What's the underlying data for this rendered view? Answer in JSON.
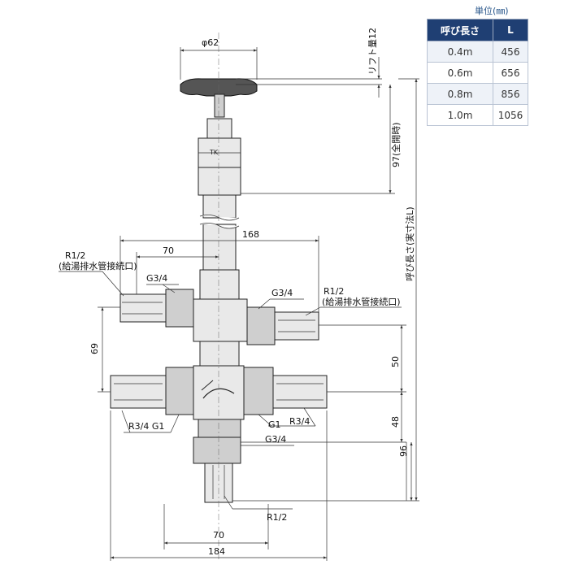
{
  "table": {
    "unit": "単位(㎜)",
    "headers": [
      "呼び長さ",
      "L"
    ],
    "rows": [
      [
        "0.4m",
        "456"
      ],
      [
        "0.6m",
        "656"
      ],
      [
        "0.8m",
        "856"
      ],
      [
        "1.0m",
        "1056"
      ]
    ]
  },
  "drawing": {
    "handle_diameter": "φ62",
    "lift": "リフト量12",
    "full_open": "97(全開時)",
    "nominal_length": "呼び長さ(実寸法L)",
    "dim_168": "168",
    "dim_70_top": "70",
    "dim_69": "69",
    "dim_50": "50",
    "dim_48": "48",
    "dim_96": "96",
    "dim_70_bottom": "70",
    "dim_184": "184",
    "left_conn_thread": "R1/2",
    "left_conn_desc": "(給湯排水管接続口)",
    "left_g34": "G3/4",
    "right_g34": "G3/4",
    "right_conn_thread": "R1/2",
    "right_conn_desc": "(給湯排水管接続口)",
    "lower_left_label": "R3/4 G1",
    "lower_right_g1": "G1",
    "lower_right_r34": "R3/4",
    "bottom_g34": "G3/4",
    "bottom_r12": "R1/2",
    "body_mark": "TK"
  }
}
